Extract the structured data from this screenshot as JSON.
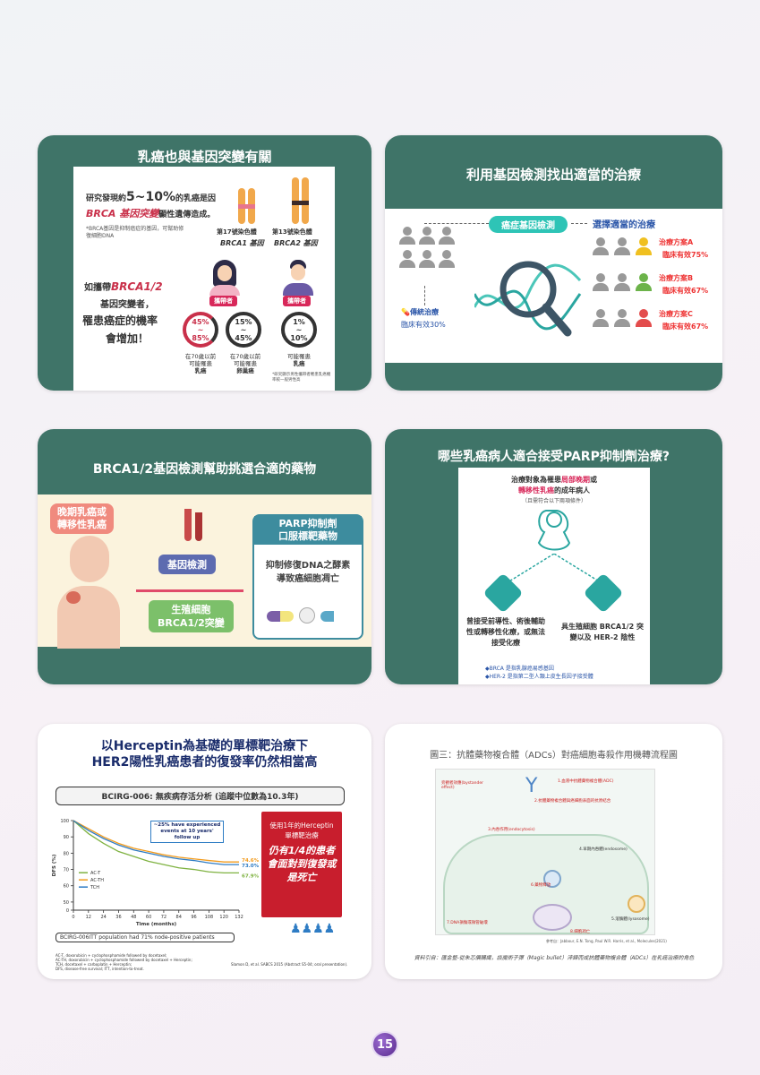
{
  "card1": {
    "title": "乳癌也與基因突變有關",
    "intro_prefix": "研究發現約",
    "intro_pct": "5~10%",
    "intro_suffix": "的乳癌是因",
    "intro_line2_red": "BRCA 基因突變",
    "intro_line2_rest": "顯性遺傳造成。",
    "note": "*BRCA基因是抑制癌症的基因，可幫助修復細胞DNA",
    "chr17": "第17號染色體",
    "chr13": "第13號染色體",
    "brca1": "BRCA1 基因",
    "brca2": "BRCA2 基因",
    "if_line1_prefix": "如攜帶",
    "if_line1_red": "BRCA1/2",
    "if_line2": "基因突變者，",
    "if_line3": "罹患癌症的機率",
    "if_line4": "會增加！",
    "carrier1": "攜帶者",
    "carrier2": "攜帶者",
    "risk1": "45%\n~\n85%",
    "risk2": "15%\n~\n45%",
    "risk3": "1%\n~\n10%",
    "cap1_a": "在70歲以前",
    "cap1_b": "可能罹患",
    "cap1_c": "乳癌",
    "cap2_a": "在70歲以前",
    "cap2_b": "可能罹患",
    "cap2_c": "卵巢癌",
    "cap3_b": "可能罹患",
    "cap3_c": "乳癌",
    "footnote": "*研究顯示男性攜帶者罹患乳癌機率較一般男性高"
  },
  "card2": {
    "title": "利用基因檢測找出適當的治療",
    "test_label": "癌症基因檢測",
    "choose_label": "選擇適當的治療",
    "traditional": "傳統治療",
    "traditional_rate": "臨床有效30%",
    "planA": "治療方案A",
    "planA_rate": "臨床有效75%",
    "planB": "治療方案B",
    "planB_rate": "臨床有效67%",
    "planC": "治療方案C",
    "planC_rate": "臨床有效67%"
  },
  "card3": {
    "title": "BRCA1/2基因檢測幫助挑選合適的藥物",
    "late_stage_1": "晚期乳癌或",
    "late_stage_2": "轉移性乳癌",
    "gene_test": "基因檢測",
    "germline_1": "生殖細胞",
    "germline_2": "BRCA1/2突變",
    "parp_1": "PARP抑制劑",
    "parp_2": "口服標靶藥物",
    "inhibit_1": "抑制修復DNA之酵素",
    "inhibit_2": "導致癌細胞凋亡"
  },
  "card4": {
    "title": "哪些乳癌病人適合接受PARP抑制劑治療?",
    "line1_prefix": "治療對象為罹患",
    "line1_red": "局部晚期",
    "line1_suffix": "或",
    "line2_red": "轉移性乳癌",
    "line2_suffix": "的成年病人",
    "line3": "（且需符合以下兩項條件）",
    "cond1": "曾接受前導性、術後輔助性或轉移性化療，或無法接受化療",
    "cond2": "具生殖細胞 BRCA1/2 突變以及 HER-2 陰性",
    "foot1": "BRCA 是指乳腺癌易感基因",
    "foot2": "HER-2 是指第二型人類上皮生長因子接受體"
  },
  "card5": {
    "title_1": "以Herceptin為基礎的單標靶治療下",
    "title_2": "HER2陽性乳癌患者的復發率仍然相當高",
    "study": "BCIRG-006: 無疾病存活分析 (追蹤中位數為10.3年)",
    "callout": "~25% have experienced events at 10 years' follow up",
    "red_1": "使用1年的Herceptin",
    "red_2": "單標靶治療",
    "red_3": "仍有1/4的患者會面對到復發或是死亡",
    "ylabel": "DFS (%)",
    "xlabel": "Time (months)",
    "footer": "BCIRG-006ITT population had 71% node-positive patients",
    "abbr_1": "AC-T, doxorubicin + cyclophosphamide followed by docetaxel;",
    "abbr_2": "AC-TH, doxorubicin + cyclophosphamide followed by docetaxel + Herceptin;",
    "abbr_3": "TCH, docetaxel + carboplatin + Herceptin;",
    "abbr_4": "DFS, disease-free survival; ITT, intention-to-treat.",
    "citation": "Slamon D, et al. SABCS 2015 (Abstract S5-04; oral presentation)."
  },
  "chart_data": {
    "type": "line",
    "title": "BCIRG-006: 無疾病存活分析 (追蹤中位數為10.3年)",
    "xlabel": "Time (months)",
    "ylabel": "DFS (%)",
    "xlim": [
      0,
      132
    ],
    "ylim": [
      0,
      100
    ],
    "x_ticks": [
      0,
      12,
      24,
      36,
      48,
      60,
      72,
      84,
      96,
      108,
      120,
      132
    ],
    "y_ticks": [
      0,
      50,
      60,
      70,
      80,
      90,
      100
    ],
    "legend_position": "bottom-left",
    "series": [
      {
        "name": "AC-T",
        "color": "#7fb241",
        "x": [
          0,
          12,
          24,
          36,
          48,
          60,
          72,
          84,
          96,
          108,
          120,
          132
        ],
        "y": [
          100,
          92,
          86,
          81,
          78,
          75,
          73,
          71,
          70,
          68.5,
          67.9,
          67.9
        ],
        "end_label": "67.9%"
      },
      {
        "name": "AC-TH",
        "color": "#f29b1d",
        "x": [
          0,
          12,
          24,
          36,
          48,
          60,
          72,
          84,
          96,
          108,
          120,
          132
        ],
        "y": [
          100,
          95,
          90,
          86,
          83,
          81,
          79,
          77.5,
          76.5,
          75.5,
          74.6,
          74.6
        ],
        "end_label": "74.6%"
      },
      {
        "name": "TCH",
        "color": "#2e7cc4",
        "x": [
          0,
          12,
          24,
          36,
          48,
          60,
          72,
          84,
          96,
          108,
          120,
          132
        ],
        "y": [
          100,
          94,
          89,
          85,
          82,
          80,
          78,
          76.5,
          75.5,
          74,
          73.0,
          73.0
        ],
        "end_label": "73.0%"
      }
    ]
  },
  "card6": {
    "caption": "圖三：抗體藥物複合體（ADCs）對癌細胞毒殺作用機轉流程圖",
    "step1": "1.血液中抗體藥物複合體(ADC)",
    "step2": "2.抗體藥物複合體與癌細胞表面的抗原結合",
    "step3": "3.內吞作用(endocytosis)",
    "step4": "4.早期內吞體(endosome)",
    "step5": "5.溶酶體(lysosome)",
    "step6": "6.藥物釋放",
    "step7": "7.DNA損傷或微管破壞",
    "step8": "8.細胞凋亡",
    "bystander": "旁觀者效應(bystander effect)",
    "source": "參考自：Jabbour, E.N. Tong, Paul W.R. Harris, et al., Molecules(2021)",
    "credit": "資料引自：匯金整-從朱芯價購識，談魔術子彈（Magic bullet）淬鍊而成抗體藥物複合體（ADCs）在乳癌治療的角色"
  },
  "page_number": "15"
}
